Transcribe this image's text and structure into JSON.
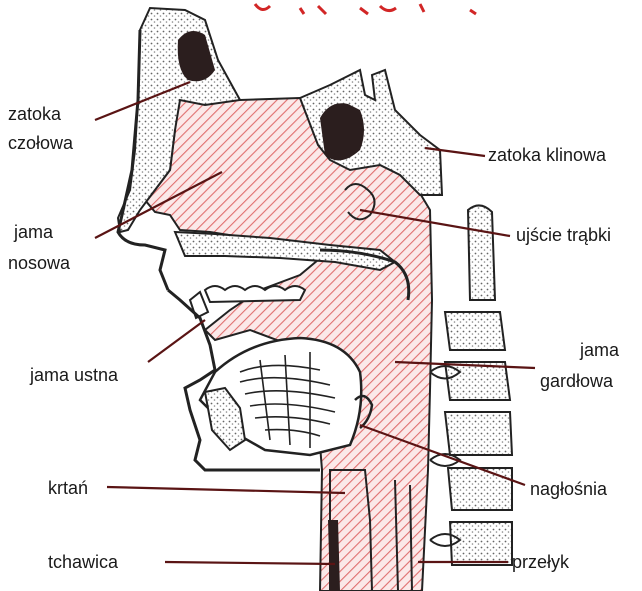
{
  "colors": {
    "hatch": "#e07070",
    "hatch_bg": "#fbe9e9",
    "bone_stipple": "#777777",
    "outline": "#222222",
    "leader": "#5a1414",
    "sinus_fill": "#2b1e1e",
    "header_red": "#d22626"
  },
  "labels": {
    "zatoka_czolowa_1": "zatoka",
    "zatoka_czolowa_2": "czołowa",
    "zatoka_klinowa": "zatoka klinowa",
    "jama_nosowa_1": "jama",
    "jama_nosowa_2": "nosowa",
    "ujscie_trabki": "ujście trąbki",
    "jama_ustna": "jama ustna",
    "jama_gardlowa_1": "jama",
    "jama_gardlowa_2": "gardłowa",
    "naglosnia": "nagłośnia",
    "krtan": "krtań",
    "tchawica": "tchawica",
    "przelyk": "przełyk"
  }
}
